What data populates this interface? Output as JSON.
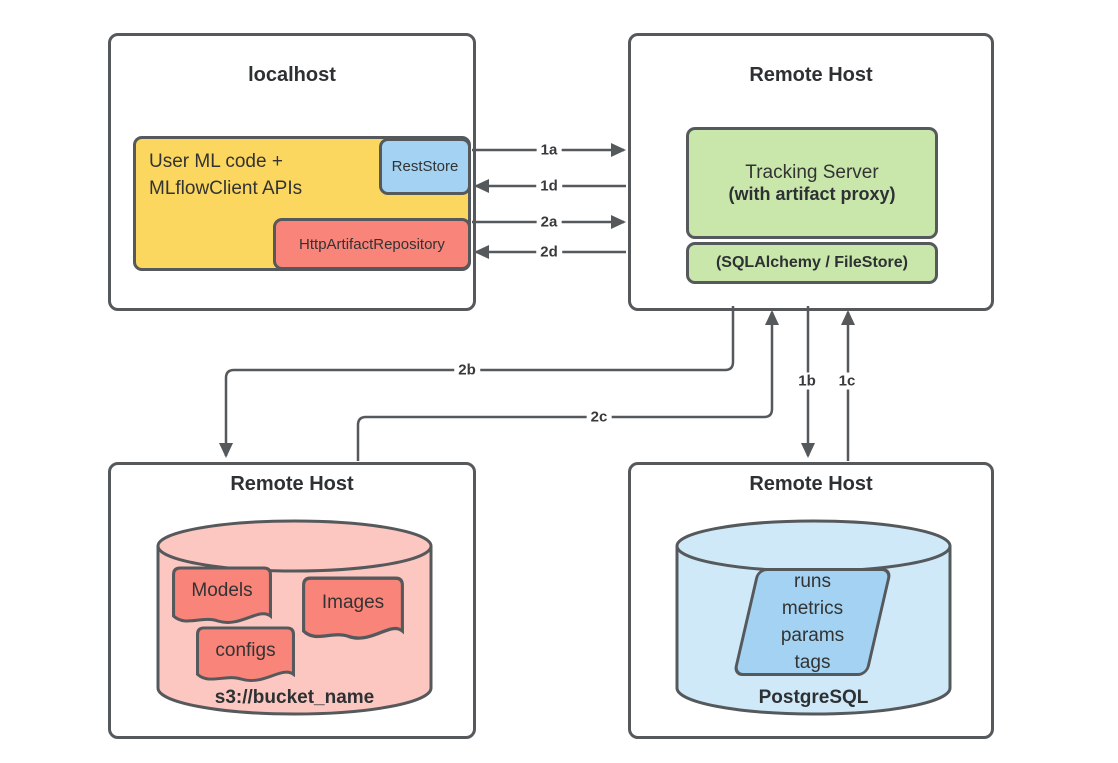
{
  "palette": {
    "stroke": "#55595c",
    "yellow": "#fcd75f",
    "blue": "#a3d2f2",
    "salmon": "#f8847a",
    "pink_cylinder": "#fbc7c0",
    "green": "#c9e7ab",
    "blue_cylinder": "#cfe9f8",
    "text": "#333333"
  },
  "localhost_box": {
    "title": "localhost",
    "user_code_line1": "User ML code +",
    "user_code_line2": "MLflowClient APIs",
    "rest_store": "RestStore",
    "http_artifact_repository": "HttpArtifactRepository"
  },
  "tracking_box": {
    "title": "Remote Host",
    "server_line1": "Tracking Server",
    "server_line2": "(with artifact proxy)",
    "backend": "(SQLAlchemy / FileStore)"
  },
  "artifact_box": {
    "title": "Remote Host",
    "bucket_label": "s3://bucket_name",
    "documents": [
      "Models",
      "Images",
      "configs"
    ]
  },
  "database_box": {
    "title": "Remote Host",
    "db_label": "PostgreSQL",
    "tables": [
      "runs",
      "metrics",
      "params",
      "tags"
    ]
  },
  "arrow_labels": {
    "a1": "1a",
    "d1": "1d",
    "a2": "2a",
    "d2": "2d",
    "b2": "2b",
    "c2": "2c",
    "b1": "1b",
    "c1": "1c"
  }
}
